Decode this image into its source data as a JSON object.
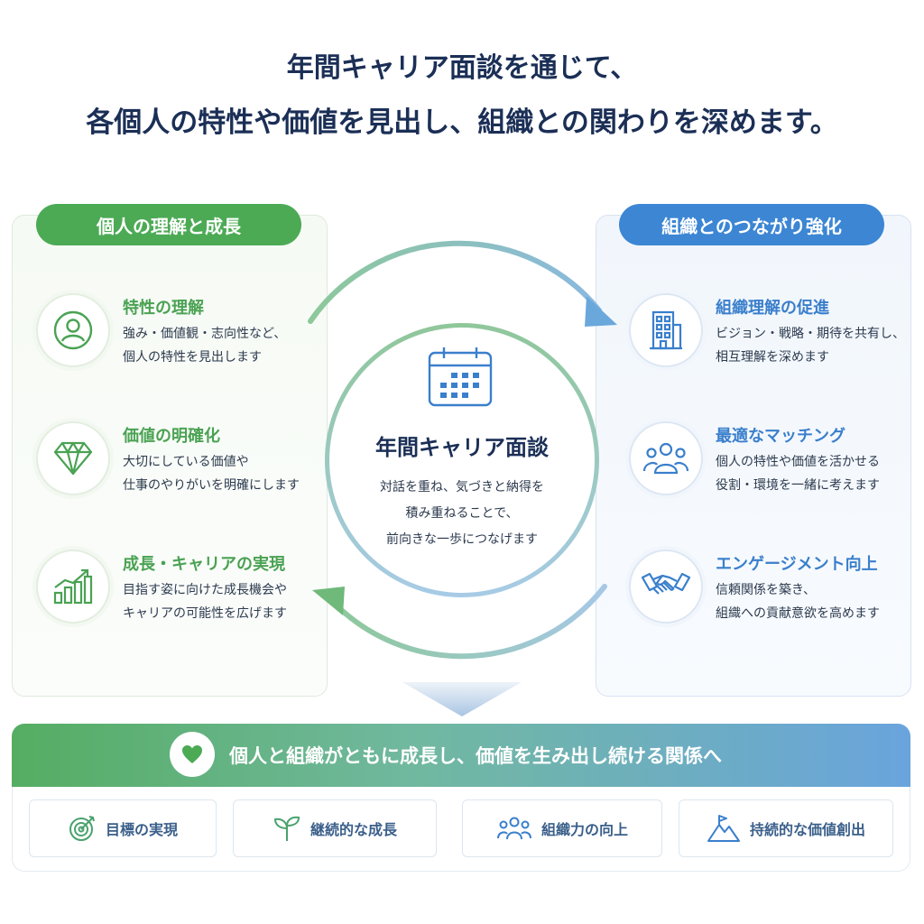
{
  "headline": {
    "line1": "年間キャリア面談を通じて、",
    "line2": "各個人の特性や価値を見出し、組織との関わりを深めます。"
  },
  "left_panel": {
    "title": "個人の理解と成長",
    "items": [
      {
        "title": "特性の理解",
        "desc1": "強み・価値観・志向性など、",
        "desc2": "個人の特性を見出します",
        "icon": "person-icon"
      },
      {
        "title": "価値の明確化",
        "desc1": "大切にしている価値や",
        "desc2": "仕事のやりがいを明確にします",
        "icon": "diamond-icon"
      },
      {
        "title": "成長・キャリアの実現",
        "desc1": "目指す姿に向けた成長機会や",
        "desc2": "キャリアの可能性を広げます",
        "icon": "growth-chart-icon"
      }
    ]
  },
  "right_panel": {
    "title": "組織とのつながり強化",
    "items": [
      {
        "title": "組織理解の促進",
        "desc1": "ビジョン・戦略・期待を共有し、",
        "desc2": "相互理解を深めます",
        "icon": "building-icon"
      },
      {
        "title": "最適なマッチング",
        "desc1": "個人の特性や価値を活かせる",
        "desc2": "役割・環境を一緒に考えます",
        "icon": "group-icon"
      },
      {
        "title": "エンゲージメント向上",
        "desc1": "信頼関係を築き、",
        "desc2": "組織への貢献意欲を高めます",
        "icon": "handshake-icon"
      }
    ]
  },
  "center": {
    "title": "年間キャリア面談",
    "desc1": "対話を重ね、気づきと納得を",
    "desc2": "積み重ねることで、",
    "desc3": "前向きな一歩につなげます",
    "icon": "calendar-icon"
  },
  "banner": {
    "text": "個人と組織がともに成長し、価値を生み出し続ける関係へ",
    "icon": "heart-icon"
  },
  "outcomes": [
    {
      "label": "目標の実現",
      "icon": "target-icon"
    },
    {
      "label": "継続的な成長",
      "icon": "sprout-icon"
    },
    {
      "label": "組織力の向上",
      "icon": "team-icon"
    },
    {
      "label": "持続的な価値創出",
      "icon": "mountain-flag-icon"
    }
  ],
  "colors": {
    "green": "#4caa55",
    "blue": "#3c86d4",
    "navy": "#1b2f56"
  }
}
